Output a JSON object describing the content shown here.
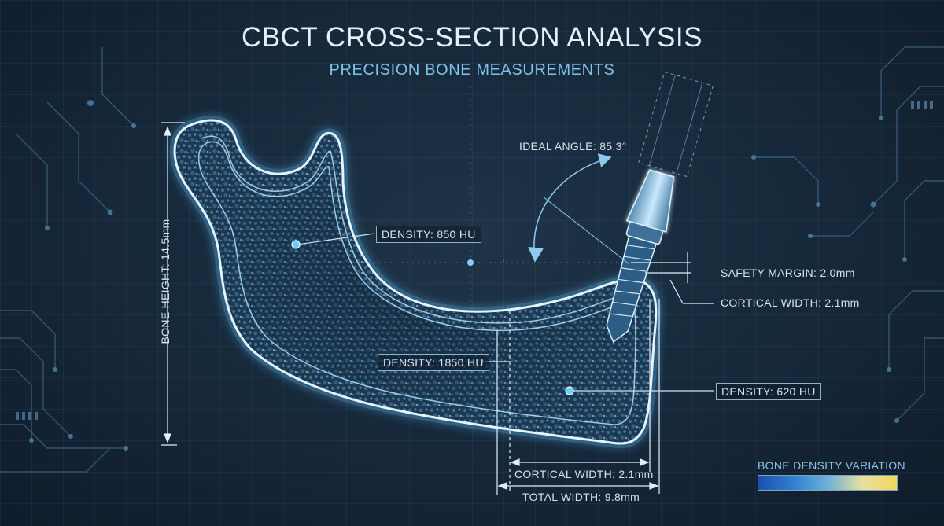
{
  "title": "CBCT CROSS-SECTION ANALYSIS",
  "subtitle": "PRECISION BONE MEASUREMENTS",
  "labels": {
    "bone_height": "BONE HEIGHT: 14.5mm",
    "ideal_angle": "IDEAL ANGLE: 85.3°",
    "density_upper": "DENSITY: 850 HU",
    "density_middle": "DENSITY: 1850 HU",
    "density_right": "DENSITY: 620 HU",
    "safety_margin": "SAFETY MARGIN: 2.0mm",
    "cortical_width_right": "CORTICAL WIDTH: 2.1mm",
    "cortical_width_bottom": "CORTICAL WIDTH: 2.1mm",
    "total_width": "TOTAL WIDTH: 9.8mm"
  },
  "legend": {
    "title": "BONE DENSITY VARIATION",
    "gradient_colors": [
      "#1e4fae",
      "#2f7fd0",
      "#6fb0d8",
      "#e6dfa2",
      "#f2d85a"
    ]
  },
  "colors": {
    "background": "#14263a",
    "glow": "#63c4ff",
    "bone_outline": "#dff4ff",
    "text": "#d6e2ec",
    "accent": "#7fc2ea"
  }
}
